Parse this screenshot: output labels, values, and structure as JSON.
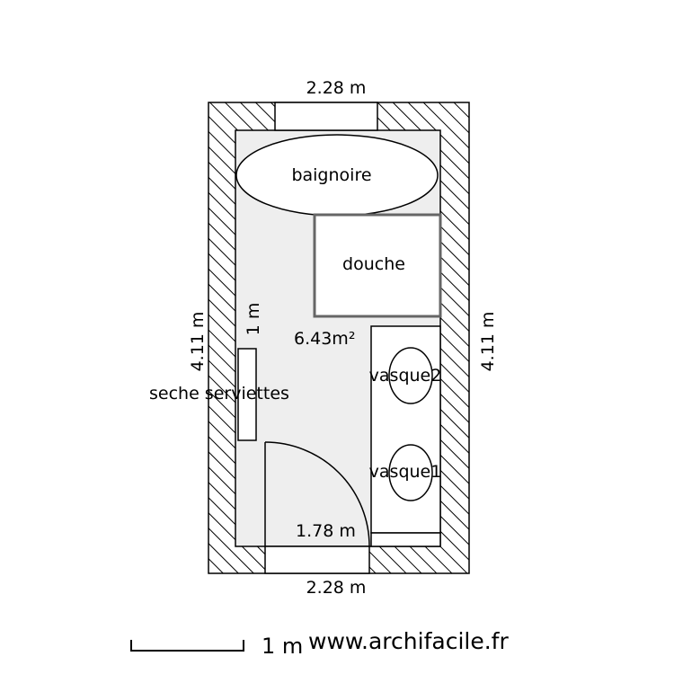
{
  "plan": {
    "rooms": {
      "bathtub": "baignoire",
      "shower": "douche",
      "area": "6.43m²",
      "towel_dryer": "seche serviettes",
      "sink_2": "vasque2",
      "sink_1": "vasque1"
    },
    "dimensions": {
      "top_width": "2.28 m",
      "bottom_width": "2.28 m",
      "inner_bottom_width": "1.78 m",
      "left_height": "4.11 m",
      "right_height": "4.11 m",
      "inner_left_height": "1 m"
    },
    "scale_label": "1 m",
    "site": "www.archifacile.fr"
  },
  "colors": {
    "floor": "#eeeeee",
    "wall": "#ffffff",
    "hatch": "#000000",
    "fixture_outline": "#666666"
  }
}
